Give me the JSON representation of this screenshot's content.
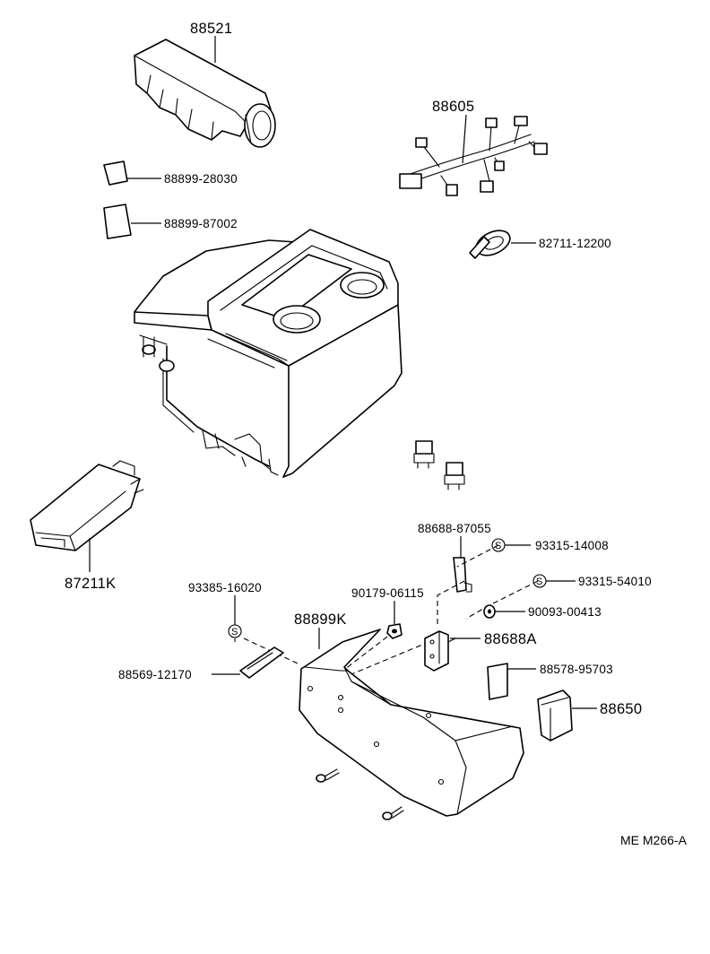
{
  "labels": {
    "p88521": "88521",
    "p88605": "88605",
    "p88899_28030": "88899-28030",
    "p88899_87002": "88899-87002",
    "p82711_12200": "82711-12200",
    "p87211K": "87211K",
    "p88688_87055": "88688-87055",
    "p93315_14008": "93315-14008",
    "p93315_54010": "93315-54010",
    "p93385_16020": "93385-16020",
    "p90179_06115": "90179-06115",
    "p90093_00413": "90093-00413",
    "p88899K": "88899K",
    "p88688A": "88688A",
    "p88569_12170": "88569-12170",
    "p88578_95703": "88578-95703",
    "p88650": "88650",
    "ref": "ME M266-A"
  },
  "symbols": {
    "standard_part_mark": "S"
  },
  "icons": [
    "air-duct-icon",
    "wire-harness-icon",
    "label-icon",
    "clamp-icon",
    "heater-unit-icon",
    "connector-icon",
    "cooler-unit-icon",
    "cover-panel-icon",
    "bracket-icon",
    "screw-icon",
    "washer-icon",
    "nut-icon",
    "grille-icon",
    "cap-icon"
  ]
}
